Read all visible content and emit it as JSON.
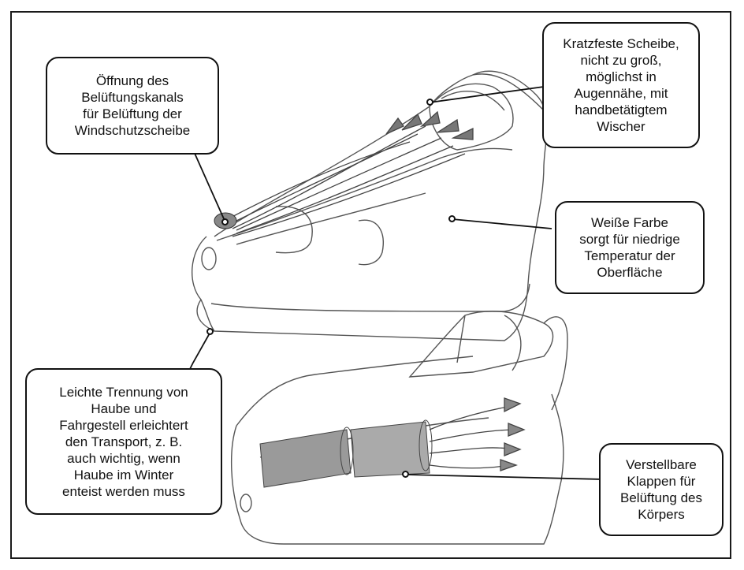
{
  "callouts": {
    "vent_opening": "Öffnung des\nBelüftungskanals\nfür Belüftung der\nWindschutzscheibe",
    "windshield": "Kratzfeste Scheibe,\nnicht zu groß,\nmöglichst in\nAugennähe, mit\nhandbetätigtem\nWischer",
    "white_color": "Weiße Farbe\nsorgt für niedrige\nTemperatur der\nOberfläche",
    "separation": "Leichte Trennung von\nHaube und\nFahrgestell erleichtert\nden Transport, z. B.\nauch wichtig, wenn\nHaube im Winter\nenteist werden muss",
    "flaps": "Verstellbare\nKlappen für\nBelüftung des\nKörpers"
  },
  "colors": {
    "line": "#111111",
    "sketch": "#555555",
    "shading": "#666666"
  }
}
